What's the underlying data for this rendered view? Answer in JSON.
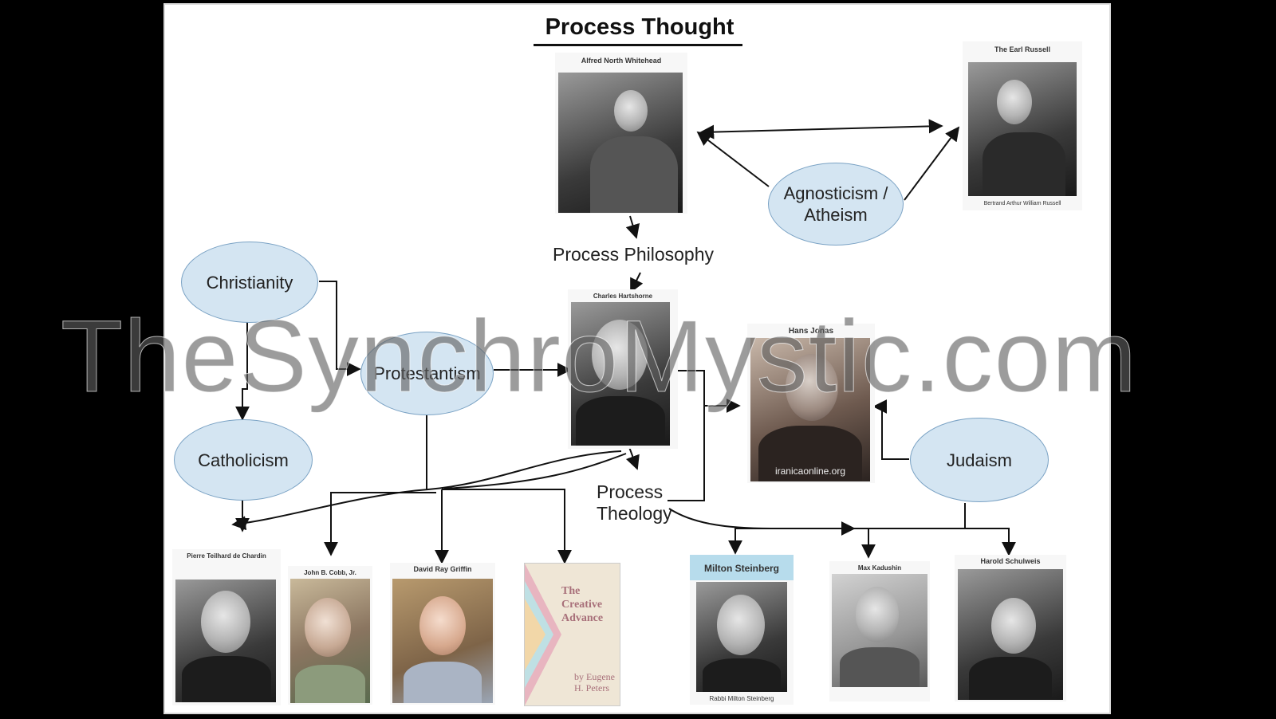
{
  "title": "Process Thought",
  "concepts": {
    "christianity": "Christianity",
    "catholicism": "Catholicism",
    "protestantism": "Protestantism",
    "agnosticism": "Agnosticism / Atheism",
    "judaism": "Judaism",
    "process_philosophy": "Process Philosophy",
    "process_theology": "Process Theology"
  },
  "people": {
    "whitehead": "Alfred North Whitehead",
    "russell_top": "The Earl Russell",
    "russell_bottom": "Bertrand Arthur William Russell",
    "hartshorne": "Charles Hartshorne",
    "jonas": "Hans Jonas",
    "jonas_credit": "iranicaonline.org",
    "teilhard": "Pierre Teilhard de Chardin",
    "cobb": "John B. Cobb, Jr.",
    "griffin": "David Ray Griffin",
    "steinberg_top": "Milton Steinberg",
    "steinberg_bottom": "Rabbi Milton Steinberg",
    "kadushin": "Max Kadushin",
    "schulweis": "Harold Schulweis"
  },
  "book": {
    "title": "The Creative Advance",
    "author": "by Eugene H. Peters"
  },
  "watermark": "TheSynchroMystic.com"
}
